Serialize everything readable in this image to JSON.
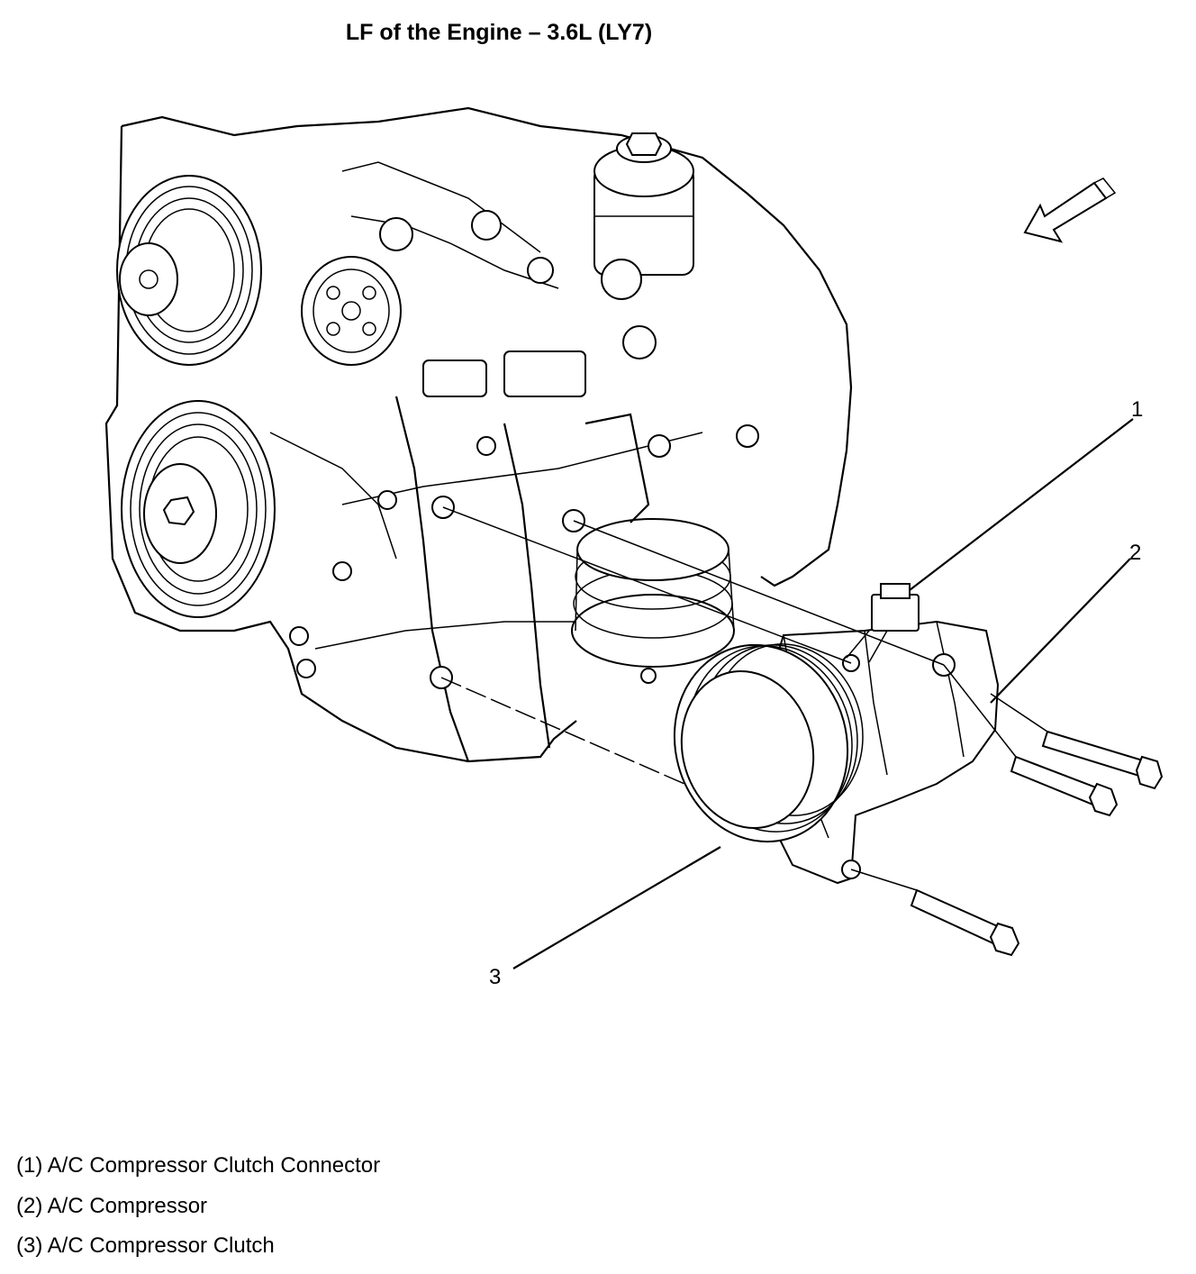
{
  "title": "LF of the Engine – 3.6L (LY7)",
  "callouts": [
    "1",
    "2",
    "3"
  ],
  "legend": [
    "(1) A/C Compressor Clutch Connector",
    "(2) A/C Compressor",
    "(3) A/C Compressor Clutch"
  ],
  "icons": {
    "direction_arrow": "arrow-icon"
  }
}
